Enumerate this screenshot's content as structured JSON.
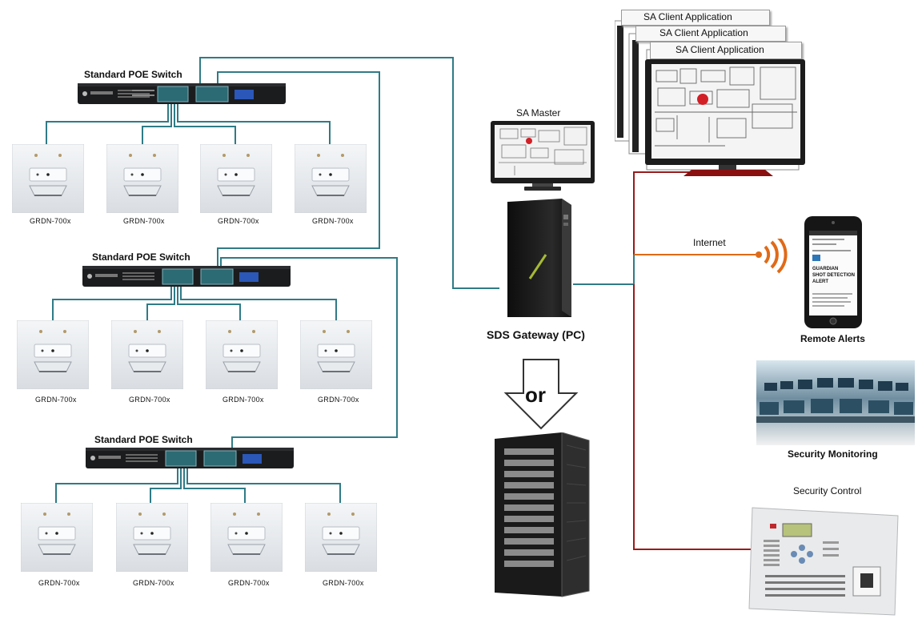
{
  "switches": [
    {
      "title": "Standard POE Switch"
    },
    {
      "title": "Standard POE Switch"
    },
    {
      "title": "Standard POE Switch"
    }
  ],
  "sensor_label": "GRDN-700x",
  "sa_master": "SA Master",
  "gateway": "SDS Gateway (PC)",
  "or_text": "or",
  "client_apps": [
    "SA Client Application",
    "SA Client Application",
    "SA Client Application"
  ],
  "internet": "Internet",
  "remote_alerts": "Remote Alerts",
  "phone": {
    "line1": "GUARDIAN",
    "line2": "SHOT DETECTION",
    "line3": "ALERT"
  },
  "security_monitoring": "Security Monitoring",
  "security_control": "Security Control",
  "colors": {
    "teal_line": "#2f7b86",
    "red_line": "#9a1a1a",
    "orange_line": "#e06a17"
  }
}
